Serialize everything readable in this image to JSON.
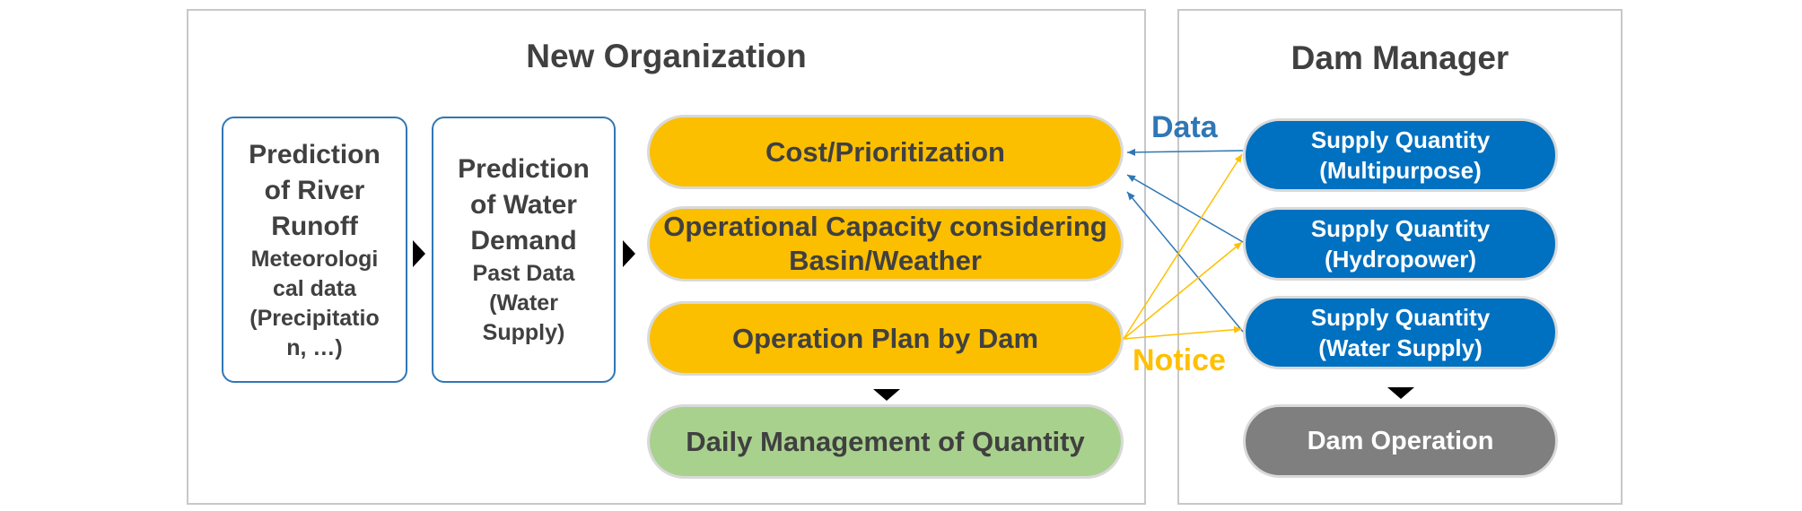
{
  "left_panel": {
    "title": "New Organization",
    "runoff_box": {
      "title_lines": [
        "Prediction",
        "of River",
        "Runoff"
      ],
      "detail_lines": [
        "Meteorologi",
        "cal data",
        "(Precipitatio",
        "n, …)"
      ]
    },
    "demand_box": {
      "title_lines": [
        "Prediction",
        "of Water",
        "Demand"
      ],
      "detail_lines": [
        "Past Data",
        "(Water",
        "Supply)"
      ]
    },
    "cost_pill": "Cost/Prioritization",
    "capacity_pill": [
      "Operational Capacity considering",
      "Basin/Weather"
    ],
    "plan_pill": "Operation Plan by Dam",
    "daily_pill": "Daily Management of Quantity"
  },
  "right_panel": {
    "title": "Dam Manager",
    "supply_pills": [
      [
        "Supply Quantity",
        "(Multipurpose)"
      ],
      [
        "Supply Quantity",
        "(Hydropower)"
      ],
      [
        "Supply Quantity",
        "(Water Supply)"
      ]
    ],
    "operation_pill": "Dam Operation"
  },
  "flow_labels": {
    "data": "Data",
    "notice": "Notice"
  },
  "colors": {
    "panel_border": "#c8c8c8",
    "box_border": "#2f77b5",
    "orange": "#fbbf00",
    "green": "#a8d18d",
    "blue": "#0070c0",
    "gray": "#7f7f7f",
    "data_arrow": "#2f77b5",
    "notice_arrow": "#ffc000",
    "text_dark": "#404040"
  }
}
